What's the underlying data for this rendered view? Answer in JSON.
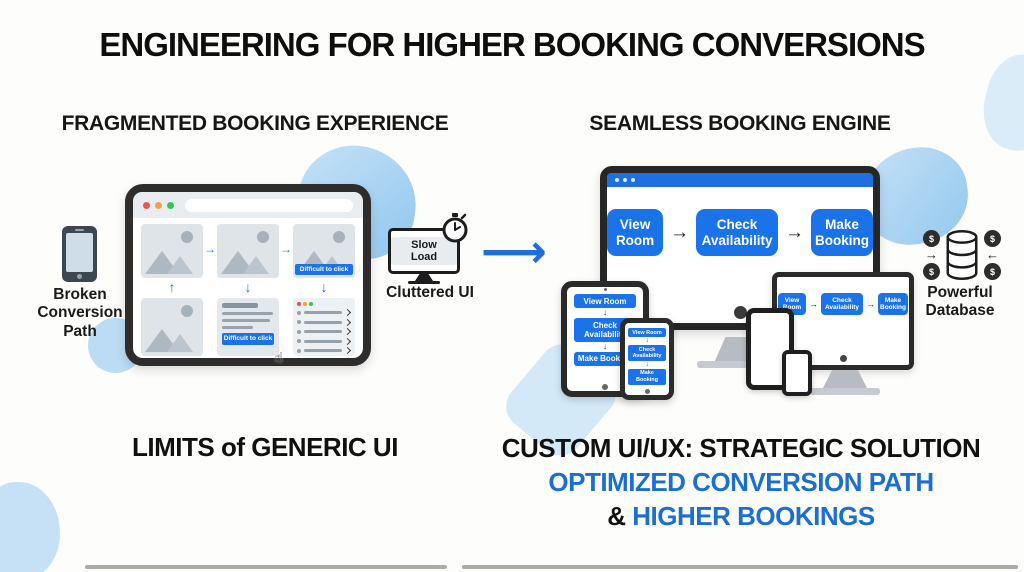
{
  "title": "ENGINEERING FOR HIGHER BOOKING CONVERSIONS",
  "icons": {
    "arrow_right": "→",
    "arrow_left": "←",
    "arrow_up": "↑",
    "arrow_down": "↓",
    "long_arrow_right": "⟶",
    "dollar": "$",
    "cursor_hand": "☝"
  },
  "left": {
    "header": "FRAGMENTED BOOKING EXPERIENCE",
    "broken_conversion_label": "Broken Conversion Path",
    "difficult_to_click_label": "Difficult to click",
    "monitor_badge": "Slow Load",
    "cluttered_label": "Cluttered UI",
    "footer": "LIMITS of GENERIC UI"
  },
  "right": {
    "header": "SEAMLESS BOOKING ENGINE",
    "flow_steps": [
      "View Room",
      "Check Availability",
      "Make Booking"
    ],
    "database_label": "Powerful Database",
    "footer_line1": "CUSTOM UI/UX: STRATEGIC SOLUTION",
    "footer_line2": "OPTIMIZED CONVERSION PATH",
    "footer_line3_prefix": "& ",
    "footer_line3_highlight": "HIGHER BOOKINGS"
  },
  "colors": {
    "accent_blue": "#1a73e8",
    "text_blue": "#1b6fd1",
    "blob_blue": "#aed3f0",
    "frame_dark": "#2a2a2a"
  }
}
